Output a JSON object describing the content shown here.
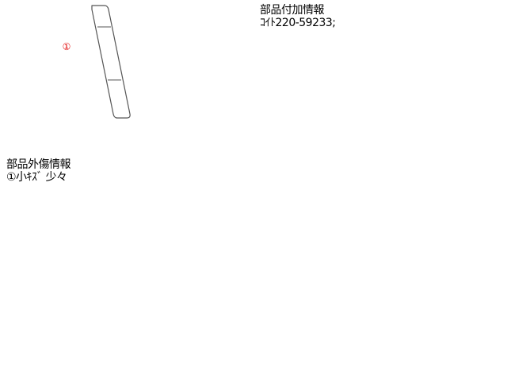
{
  "diagram": {
    "damage_marker": "①",
    "marker_color": "#e00000",
    "outline_color": "#555555"
  },
  "additional_info": {
    "heading": "部品付加情報",
    "code": "ｺｲﾄ220-59233;"
  },
  "damage_info": {
    "heading": "部品外傷情報",
    "detail": "①小ｷｽﾞ 少々"
  }
}
